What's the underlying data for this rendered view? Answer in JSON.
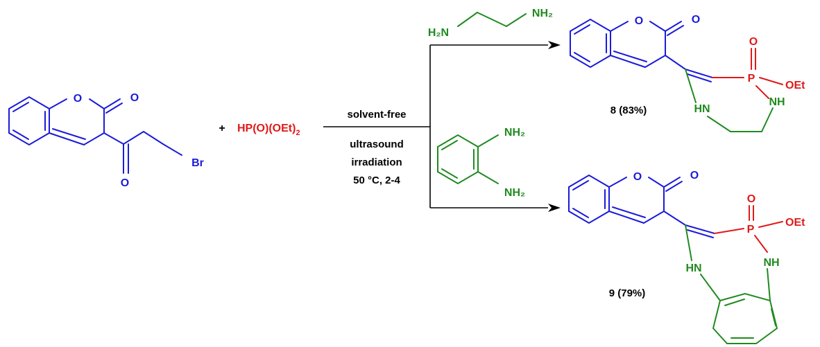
{
  "colors": {
    "coumarin": "#1a1adb",
    "phosphorus": "#e01919",
    "amine": "#1f8a1f",
    "text": "#000000"
  },
  "reactant": {
    "ring_o": "O",
    "carbonyl_o": "O",
    "ketone_o": "O",
    "halogen": "Br"
  },
  "plus_sign": "+",
  "reagent": {
    "main": "HP(O)(OEt)",
    "subscript": "2"
  },
  "conditions": {
    "above_arrow": "solvent-free",
    "below_arrow": [
      "ultrasound",
      "irradiation",
      "50 °C, 2-4"
    ]
  },
  "diamine_1": {
    "nh2_left": "H₂N",
    "nh2_right": "NH₂"
  },
  "diamine_2": {
    "nh2_top": "NH₂",
    "nh2_bottom": "NH₂"
  },
  "product_8": {
    "ring_o": "O",
    "carbonyl_o": "O",
    "p_oxo": "O",
    "p_atom": "P",
    "p_ethoxy": "OEt",
    "nh_right": "NH",
    "nh_left": "HN",
    "label": "8 (83%)"
  },
  "product_9": {
    "ring_o": "O",
    "carbonyl_o": "O",
    "p_oxo": "O",
    "p_atom": "P",
    "p_ethoxy": "OEt",
    "nh_right": "NH",
    "nh_left": "HN",
    "label": "9 (79%)"
  }
}
